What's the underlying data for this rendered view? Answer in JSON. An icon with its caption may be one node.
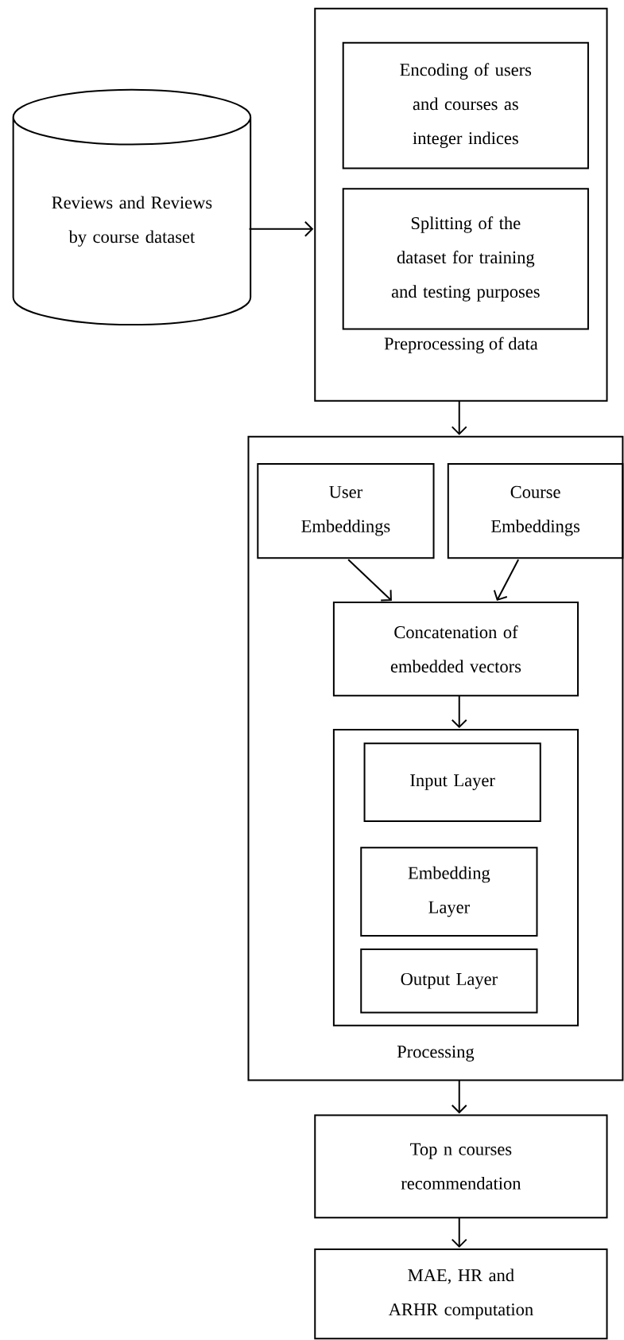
{
  "diagram": {
    "nodes": [
      {
        "text": [
          "Reviews and Reviews by course dataset"
        ]
      },
      {
        "text": [
          "Preprocessing of data"
        ]
      },
      {
        "text": [
          "Encoding of users and courses as integer indices"
        ],
        "in": 1
      },
      {
        "text": [
          "Splitting of the dataset for training and testing purposes"
        ],
        "in": 1
      },
      {
        "text": [
          "Processing"
        ]
      },
      {
        "text": [
          "User Embeddings"
        ],
        "in": 4
      },
      {
        "text": [
          "Course Embeddings"
        ],
        "in": 4
      },
      {
        "text": [
          "Concatenation of embedded vectors"
        ],
        "in": 4
      },
      {
        "text": [],
        "shape": "box",
        "in": 4
      },
      {
        "text": [
          "Input Layer"
        ],
        "in": 8
      },
      {
        "text": [
          "Embedding Layer"
        ],
        "in": 8
      },
      {
        "text": [
          "Output Layer"
        ],
        "in": 8
      },
      {
        "text": [
          "Top n courses recommendation"
        ]
      },
      {
        "text": [
          "MAE, HR and ARHR computation"
        ]
      }
    ],
    "edges": [
      {
        "from": 0,
        "to": 1,
        "arrow": "to"
      },
      {
        "from": 1,
        "to": 4,
        "arrow": "to"
      },
      {
        "from": 5,
        "to": 7,
        "arrow": "to"
      },
      {
        "from": 6,
        "to": 7,
        "arrow": "to"
      },
      {
        "from": 7,
        "to": 8,
        "arrow": "to"
      },
      {
        "from": 4,
        "to": 12,
        "arrow": "to"
      },
      {
        "from": 12,
        "to": 13,
        "arrow": "to"
      }
    ]
  }
}
